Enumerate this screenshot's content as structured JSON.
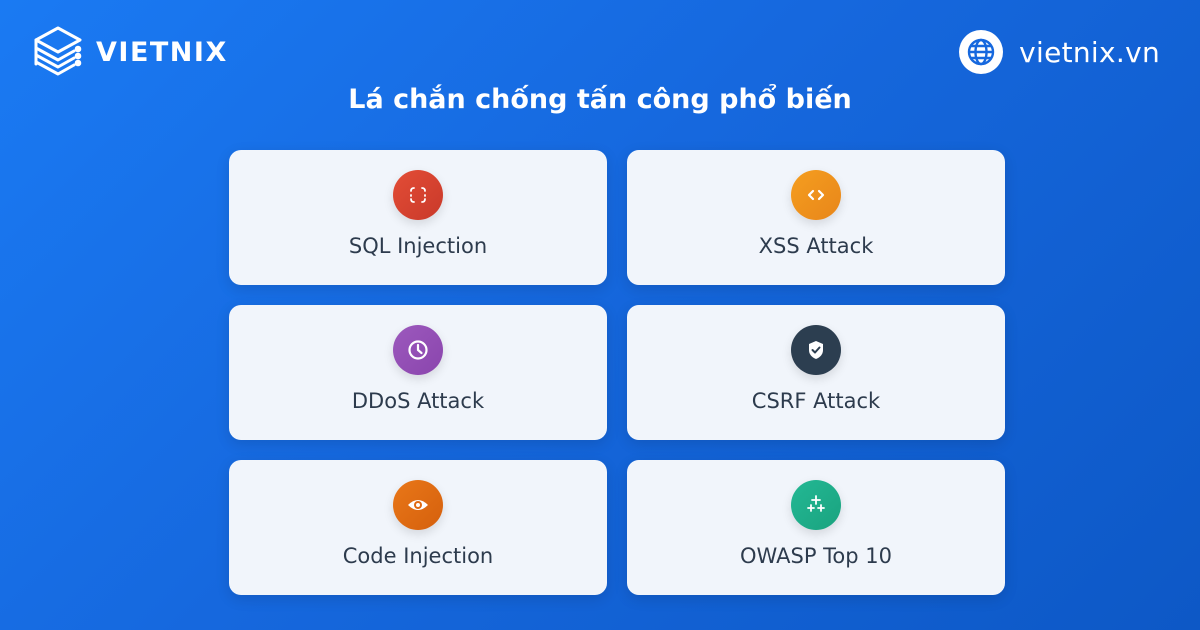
{
  "brand": {
    "logo_text": "VIETNIX",
    "logo_icon": "stacked-server-icon",
    "website": "vietnix.vn",
    "website_icon": "globe-icon"
  },
  "title": "Lá chắn chống tấn công phổ biến",
  "colors": {
    "background_start": "#1a7af3",
    "background_end": "#0d58c6",
    "card_bg": "#f1f5fb",
    "label_text": "#2d3b4d"
  },
  "cards": [
    {
      "label": "SQL Injection",
      "icon": "bracket-frame-icon",
      "color": "#d9432f"
    },
    {
      "label": "XSS Attack",
      "icon": "code-brackets-icon",
      "color": "#f0921c"
    },
    {
      "label": "DDoS Attack",
      "icon": "clock-icon",
      "color": "#9450b6"
    },
    {
      "label": "CSRF Attack",
      "icon": "shield-check-icon",
      "color": "#2c3e50"
    },
    {
      "label": "Code Injection",
      "icon": "eye-icon",
      "color": "#e06a12"
    },
    {
      "label": "OWASP Top 10",
      "icon": "sparkles-icon",
      "color": "#1fb08a"
    }
  ]
}
